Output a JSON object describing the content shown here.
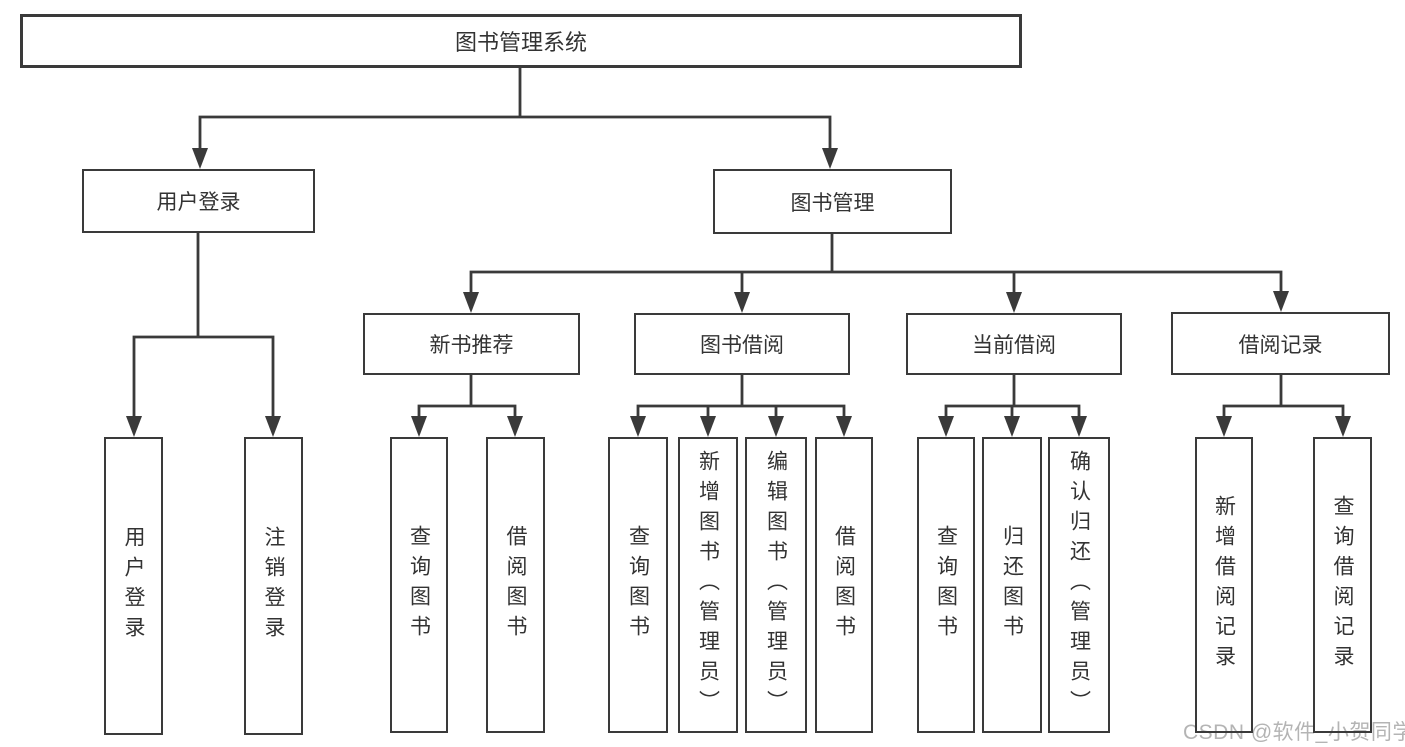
{
  "diagram_title": "图书管理系统",
  "tree": {
    "label": "图书管理系统",
    "children": [
      {
        "label": "用户登录",
        "children": [
          {
            "label": "用户登录"
          },
          {
            "label": "注销登录"
          }
        ]
      },
      {
        "label": "图书管理",
        "children": [
          {
            "label": "新书推荐",
            "children": [
              {
                "label": "查询图书"
              },
              {
                "label": "借阅图书"
              }
            ]
          },
          {
            "label": "图书借阅",
            "children": [
              {
                "label": "查询图书"
              },
              {
                "label": "新增图书（管理员）"
              },
              {
                "label": "编辑图书（管理员）"
              },
              {
                "label": "借阅图书"
              }
            ]
          },
          {
            "label": "当前借阅",
            "children": [
              {
                "label": "查询图书"
              },
              {
                "label": "归还图书"
              },
              {
                "label": "确认归还（管理员）"
              }
            ]
          },
          {
            "label": "借阅记录",
            "children": [
              {
                "label": "新增借阅记录"
              },
              {
                "label": "查询借阅记录"
              }
            ]
          }
        ]
      }
    ]
  },
  "watermark": "CSDN @软件_小贺同学",
  "colors": {
    "line": "#3a3a3a",
    "text": "#333333",
    "watermark": "#b4b4b4",
    "background": "#ffffff"
  }
}
